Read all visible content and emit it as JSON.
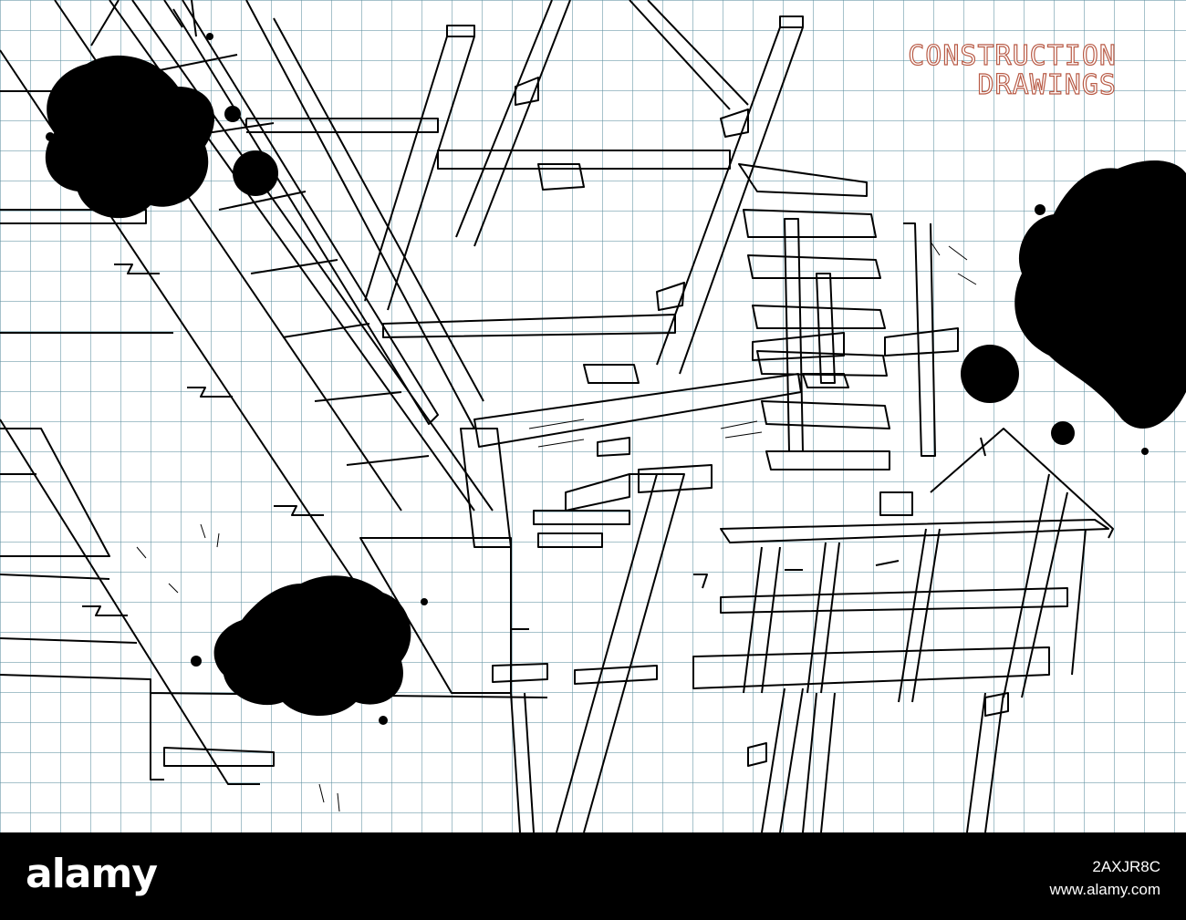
{
  "title": {
    "line1": "CONSTRUCTION",
    "line2": "DRAWINGS",
    "color": "#b85a45"
  },
  "grid_color": "#5f91a0",
  "watermark": {
    "logo": "alamy",
    "image_id": "2AXJR8C",
    "site": "www.alamy.com"
  }
}
